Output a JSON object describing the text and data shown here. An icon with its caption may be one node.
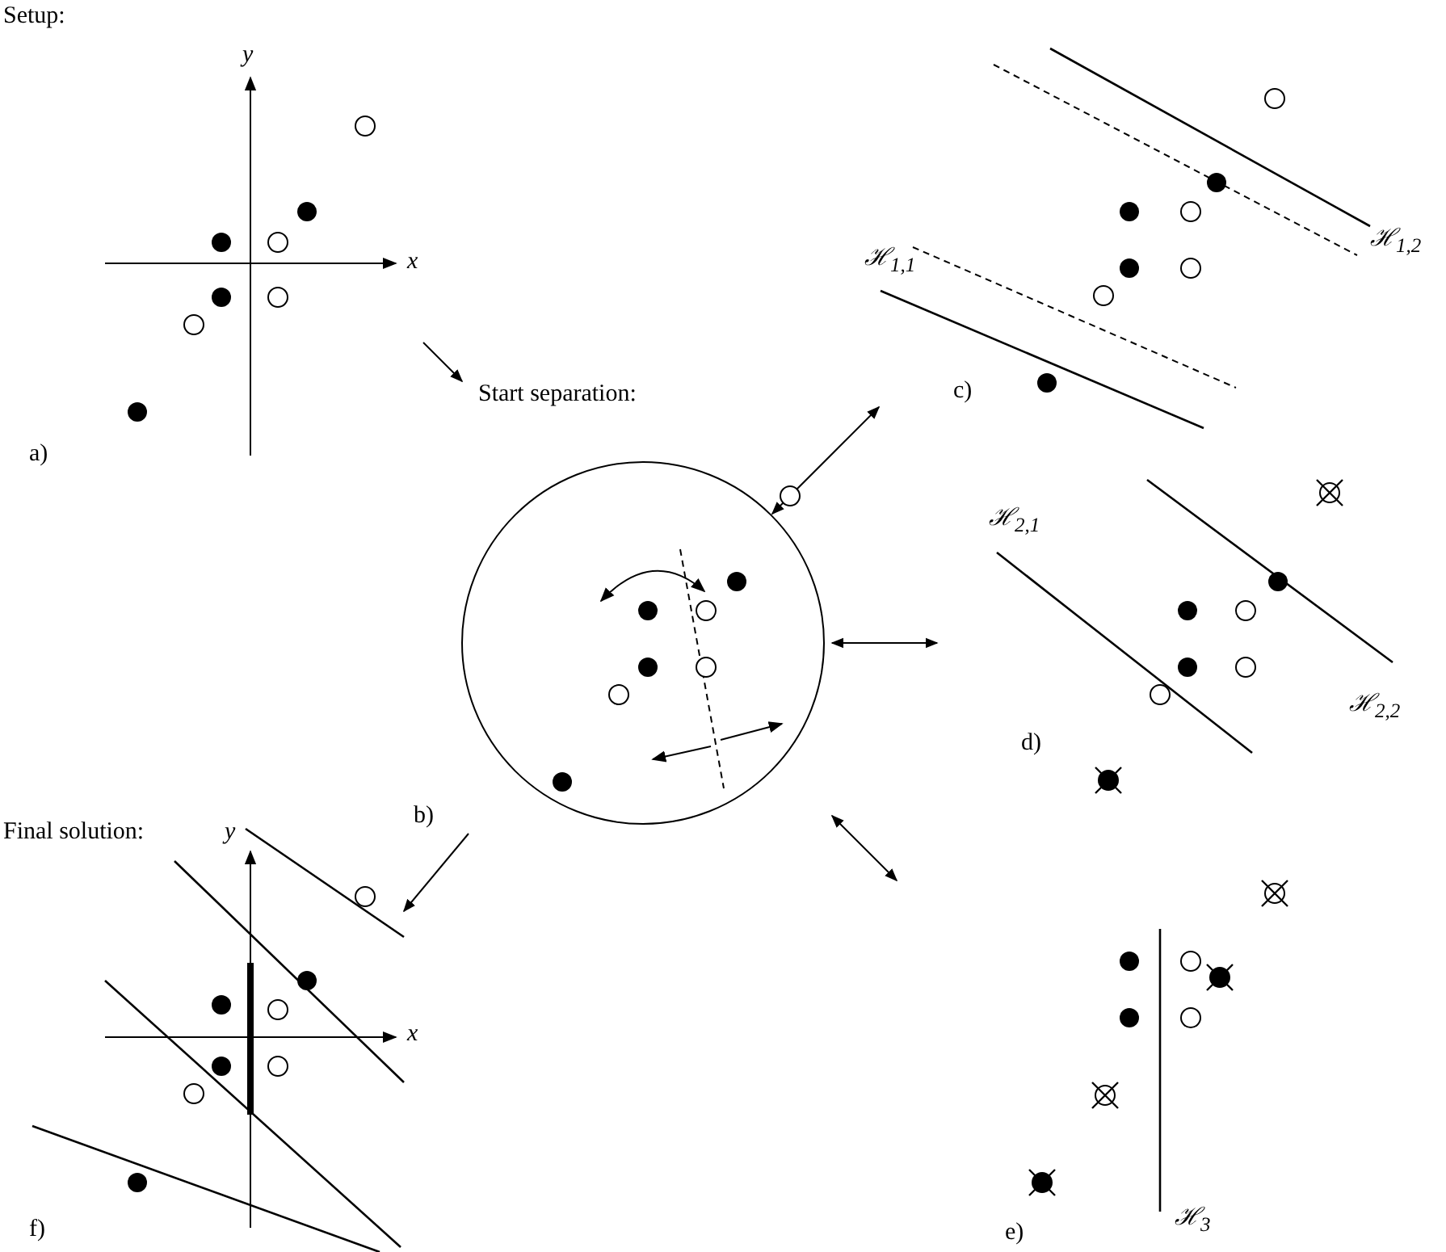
{
  "diagram": {
    "nodes": [
      {
        "text": [
          "Setup:",
          "y",
          "x",
          "a)"
        ]
      },
      {
        "text": [
          "Start separation:",
          "b)"
        ]
      },
      {
        "text": [
          "ℋ$_{1,1}$",
          "ℋ$_{1,2}$",
          "c)"
        ]
      },
      {
        "text": [
          "ℋ$_{2,1}$",
          "ℋ$_{2,2}$",
          "d)"
        ]
      },
      {
        "text": [
          "ℋ$_{3}$",
          "e)"
        ]
      },
      {
        "text": [
          "Final solution:",
          "y",
          "x",
          "f)"
        ]
      }
    ],
    "edges": [
      {
        "from": 0,
        "to": 1,
        "arrow": "to"
      },
      {
        "from": 1,
        "to": 2,
        "arrow": "both"
      },
      {
        "from": 1,
        "to": 3,
        "arrow": "both"
      },
      {
        "from": 1,
        "to": 4,
        "arrow": "both"
      },
      {
        "from": 1,
        "to": 5,
        "arrow": "to"
      }
    ]
  }
}
